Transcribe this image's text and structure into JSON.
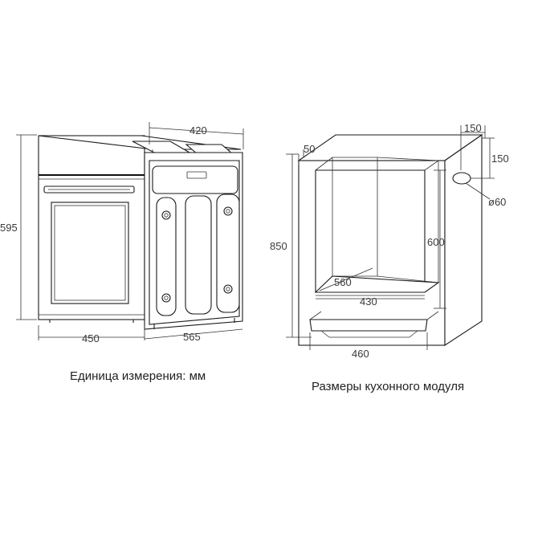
{
  "oven": {
    "dimensions": {
      "height": "595",
      "width": "450",
      "depth_bottom": "565",
      "depth_top": "420"
    },
    "caption": "Единица измерения: мм"
  },
  "cabinet": {
    "dimensions": {
      "top_offset": "50",
      "height": "850",
      "opening_height": "600",
      "opening_depth": "560",
      "opening_width": "430",
      "base_width": "460",
      "vent_horizontal": "150",
      "vent_vertical": "150",
      "vent_diameter": "ø60"
    },
    "caption": "Размеры кухонного модуля"
  }
}
